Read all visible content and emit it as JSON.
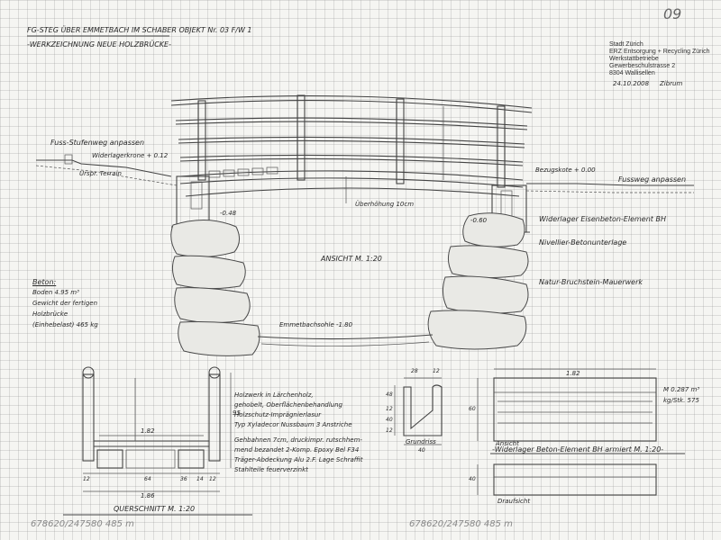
{
  "header": {
    "title": "FG-STEG ÜBER EMMETBACH IM SCHABER OBJEKT Nr. 03 F/W 1",
    "subtitle": "-WERKZEICHNUNG NEUE HOLZBRÜCKE-",
    "sheet_number": "09"
  },
  "stamp": {
    "lines": [
      "Stadt Zürich",
      "ERZ Entsorgung + Recycling Zürich",
      "Werkstattbetriebe",
      "Gewerbeschulstrasse 2",
      "8304 Wallisellen"
    ],
    "date": "24.10.2008",
    "signature": "Zibrum"
  },
  "labels": {
    "fuss_stufenweg": "Fuss-Stufenweg anpassen",
    "widerlagerkrone": "Widerlagerkrone + 0.12",
    "urspr_terrain": "Urspr. Terrain",
    "neg_048": "-0.48",
    "ueberhoehung": "Überhöhung 10cm",
    "bezugskote": "Bezugskote + 0.00",
    "fussweg": "Fussweg anpassen",
    "neg_060": "-0.60",
    "widerlager": "Widerlager Eisenbeton-Element BH",
    "nivellier": "Nivellier-Betonunterlage",
    "mauerwerk": "Natur-Bruchstein-Mauerwerk",
    "ansicht": "ANSICHT M. 1:20",
    "emmetbachsohle": "Emmetbachsohle -1.80",
    "beton_title": "Beton:",
    "beton_lines": [
      "Boden   4.95 m³",
      "Gewicht der fertigen",
      "Holzbrücke",
      "(Einhebelast) 465 kg"
    ],
    "holzwerk": [
      "Holzwerk in Lärchenholz,",
      "gehobelt, Oberflächenbehandlung",
      "Holzschutz-Imprägnierlasur",
      "Typ Xyladecor Nussbaum 3 Anstriche"
    ],
    "gehbahnen": [
      "Gehbahnen 7cm, druckimpr. rutschhem-",
      "mend bezandet 2-Komp. Epoxy Bel F34",
      "Träger-Abdeckung Alu 2.F. Lage Schraffit",
      "Stahlteile feuerverzinkt"
    ],
    "querschnitt": "QUERSCHNITT M. 1:20",
    "grundriss": "Grundriss",
    "ansicht_small": "Ansicht",
    "widerlager_element": "-Widerlager Beton-Element BH armiert M. 1:20-",
    "draufsicht": "Draufsicht",
    "volumen": "M 0.287 m³",
    "gewicht": "kg/Stk. 575",
    "coord1": "678620/247580   485 m",
    "coord2": "678620/247580   485 m"
  },
  "dims": {
    "q_width": "1.82",
    "q_total": "1.86",
    "q_height": "95",
    "q_bottom": [
      "12",
      "64",
      "36",
      "14",
      "12"
    ],
    "el_top": [
      "28",
      "12"
    ],
    "el_side": [
      "48",
      "12",
      "40",
      "12"
    ],
    "el_bottom": "40",
    "el_len": "1.82",
    "el_h": "60",
    "el_h2": "40"
  }
}
